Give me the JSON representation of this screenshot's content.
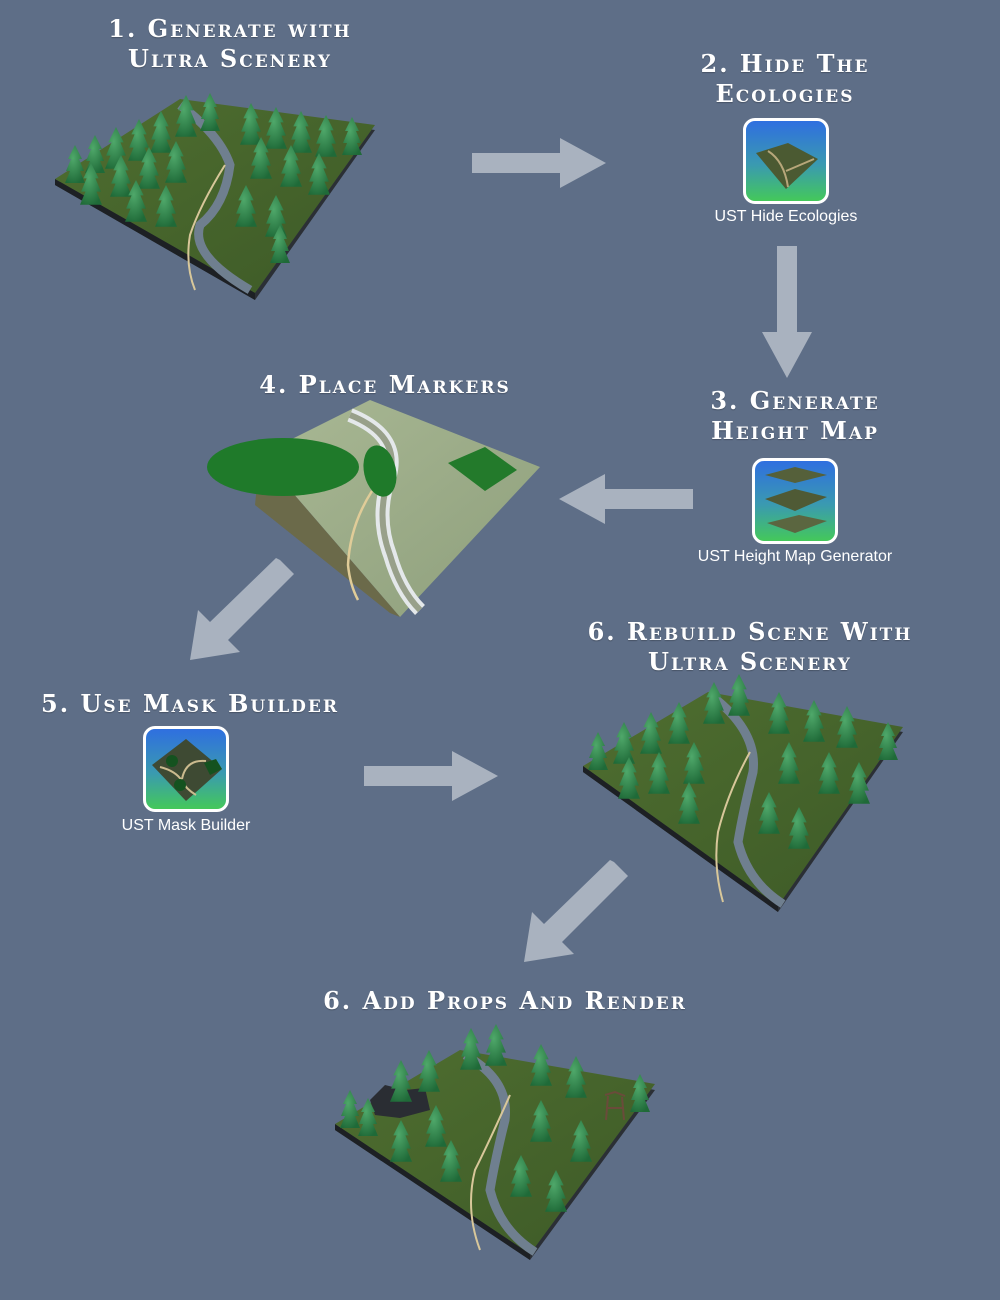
{
  "diagram": {
    "background_color": "#5e6e87",
    "arrow_color": "#a9b2bf",
    "steps": [
      {
        "id": "step1",
        "title_line1": "1. Generate with",
        "title_line2": "Ultra Scenery",
        "image": "forest-terrain-scene"
      },
      {
        "id": "step2",
        "title_line1": "2. Hide The",
        "title_line2": "Ecologies",
        "icon": "hide-ecologies-icon",
        "caption": "UST Hide Ecologies"
      },
      {
        "id": "step3",
        "title_line1": "3. Generate",
        "title_line2": "Height Map",
        "icon": "height-map-generator-icon",
        "caption": "UST Height Map Generator"
      },
      {
        "id": "step4",
        "title_line1": "4. Place Markers",
        "image": "terrain-with-markers-scene"
      },
      {
        "id": "step5",
        "title_line1": "5. Use Mask Builder",
        "icon": "mask-builder-icon",
        "caption": "UST Mask Builder"
      },
      {
        "id": "step6a",
        "title_line1": "6. Rebuild Scene With",
        "title_line2": "Ultra Scenery",
        "image": "rebuilt-forest-scene"
      },
      {
        "id": "step6b",
        "title_line1": "6. Add Props And Render",
        "image": "final-render-scene"
      }
    ],
    "flow": [
      {
        "from": "step1",
        "to": "step2",
        "direction": "right"
      },
      {
        "from": "step2",
        "to": "step3",
        "direction": "down"
      },
      {
        "from": "step3",
        "to": "step4",
        "direction": "left"
      },
      {
        "from": "step4",
        "to": "step5",
        "direction": "down-left"
      },
      {
        "from": "step5",
        "to": "step6a",
        "direction": "right"
      },
      {
        "from": "step6a",
        "to": "step6b",
        "direction": "down-left"
      }
    ]
  }
}
